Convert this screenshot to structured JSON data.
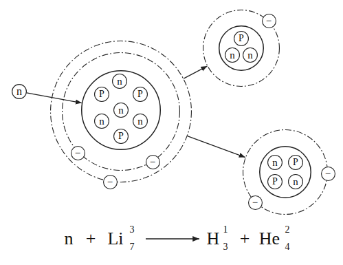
{
  "diagram": {
    "nodes": [
      {
        "text": [
          "n"
        ]
      },
      {
        "text": []
      },
      {
        "text": [],
        "in": 1
      },
      {
        "text": [
          "n"
        ],
        "in": 2
      },
      {
        "text": [
          "P"
        ],
        "in": 2
      },
      {
        "text": [
          "P"
        ],
        "in": 2
      },
      {
        "text": [
          "n"
        ],
        "in": 2
      },
      {
        "text": [
          "n"
        ],
        "in": 2
      },
      {
        "text": [
          "n"
        ],
        "in": 2
      },
      {
        "text": [
          "P"
        ],
        "in": 2
      },
      {
        "text": [
          "−"
        ],
        "in": 1
      },
      {
        "text": [
          "−"
        ],
        "in": 1
      },
      {
        "text": [
          "−"
        ],
        "in": 1
      },
      {
        "text": []
      },
      {
        "text": [],
        "in": 13
      },
      {
        "text": [
          "P"
        ],
        "in": 14
      },
      {
        "text": [
          "n"
        ],
        "in": 14
      },
      {
        "text": [
          "n"
        ],
        "in": 14
      },
      {
        "text": [
          "−"
        ],
        "in": 13
      },
      {
        "text": []
      },
      {
        "text": [],
        "in": 19
      },
      {
        "text": [
          "n"
        ],
        "in": 20
      },
      {
        "text": [
          "P"
        ],
        "in": 20
      },
      {
        "text": [
          "P"
        ],
        "in": 20
      },
      {
        "text": [
          "n"
        ],
        "in": 20
      },
      {
        "text": [
          "−"
        ],
        "in": 19
      },
      {
        "text": [
          "−"
        ],
        "in": 19
      }
    ],
    "edges": [
      {
        "from": 0,
        "to": 2,
        "arrow": "to"
      },
      {
        "from": 1,
        "to": 13,
        "arrow": "to"
      },
      {
        "from": 1,
        "to": 19,
        "arrow": "to"
      }
    ],
    "labels": [
      "n",
      "+",
      "Li",
      "3",
      "7",
      "H",
      "1",
      "3",
      "+",
      "He",
      "2",
      "4"
    ]
  }
}
